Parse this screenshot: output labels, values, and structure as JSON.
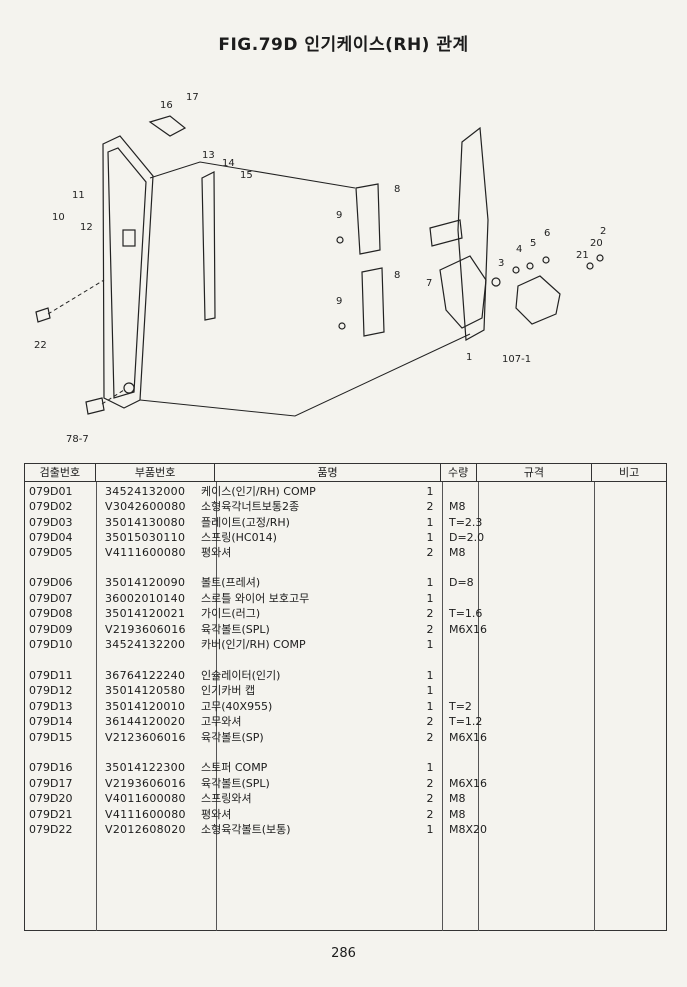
{
  "page": {
    "title": "FIG.79D 인기케이스(RH) 관계",
    "page_number": "286"
  },
  "diagram": {
    "callouts": [
      "16",
      "17",
      "13",
      "14",
      "15",
      "11",
      "10",
      "12",
      "22",
      "78-7",
      "8",
      "9",
      "8",
      "9",
      "7",
      "3",
      "4",
      "5",
      "6",
      "21",
      "20",
      "2",
      "1",
      "107-1"
    ]
  },
  "table": {
    "headers": [
      "검출번호",
      "부품번호",
      "품명",
      "수량",
      "규격",
      "비고"
    ],
    "rows": [
      {
        "code": "079D01",
        "part": "34524132000",
        "name": "케이스(인기/RH) COMP",
        "qty": "1",
        "spec": ""
      },
      {
        "code": "079D02",
        "part": "V3042600080",
        "name": "소형육각너트보통2종",
        "qty": "2",
        "spec": "M8"
      },
      {
        "code": "079D03",
        "part": "35014130080",
        "name": "플레이트(고정/RH)",
        "qty": "1",
        "spec": "T=2.3"
      },
      {
        "code": "079D04",
        "part": "35015030110",
        "name": "스프링(HC014)",
        "qty": "1",
        "spec": "D=2.0"
      },
      {
        "code": "079D05",
        "part": "V4111600080",
        "name": "평와셔",
        "qty": "2",
        "spec": "M8"
      },
      {
        "code": "079D06",
        "part": "35014120090",
        "name": "볼트(프레셔)",
        "qty": "1",
        "spec": "D=8"
      },
      {
        "code": "079D07",
        "part": "36002010140",
        "name": "스로틀 와이어 보호고무",
        "qty": "1",
        "spec": ""
      },
      {
        "code": "079D08",
        "part": "35014120021",
        "name": "가이드(러그)",
        "qty": "2",
        "spec": "T=1.6"
      },
      {
        "code": "079D09",
        "part": "V2193606016",
        "name": "육각볼트(SPL)",
        "qty": "2",
        "spec": "M6X16"
      },
      {
        "code": "079D10",
        "part": "34524132200",
        "name": "카버(인기/RH) COMP",
        "qty": "1",
        "spec": ""
      },
      {
        "code": "079D11",
        "part": "36764122240",
        "name": "인슐레이터(인기)",
        "qty": "1",
        "spec": ""
      },
      {
        "code": "079D12",
        "part": "35014120580",
        "name": "인기카버 캡",
        "qty": "1",
        "spec": ""
      },
      {
        "code": "079D13",
        "part": "35014120010",
        "name": "고무(40X955)",
        "qty": "1",
        "spec": "T=2"
      },
      {
        "code": "079D14",
        "part": "36144120020",
        "name": "고무와셔",
        "qty": "2",
        "spec": "T=1.2"
      },
      {
        "code": "079D15",
        "part": "V2123606016",
        "name": "육각볼트(SP)",
        "qty": "2",
        "spec": "M6X16"
      },
      {
        "code": "079D16",
        "part": "35014122300",
        "name": "스토퍼 COMP",
        "qty": "1",
        "spec": ""
      },
      {
        "code": "079D17",
        "part": "V2193606016",
        "name": "육각볼트(SPL)",
        "qty": "2",
        "spec": "M6X16"
      },
      {
        "code": "079D20",
        "part": "V4011600080",
        "name": "스프링와셔",
        "qty": "2",
        "spec": "M8"
      },
      {
        "code": "079D21",
        "part": "V4111600080",
        "name": "평와셔",
        "qty": "2",
        "spec": "M8"
      },
      {
        "code": "079D22",
        "part": "V2012608020",
        "name": "소형육각볼트(보통)",
        "qty": "1",
        "spec": "M8X20"
      }
    ]
  }
}
